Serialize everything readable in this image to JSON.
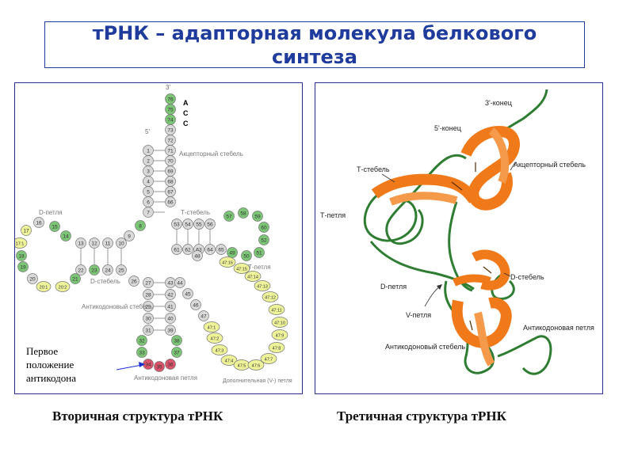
{
  "title": "тРНК – адапторная молекула белкового синтеза",
  "left_figure": {
    "caption": "Вторичная структура тРНК",
    "labels": {
      "three_prime": "3'",
      "five_prime": "5'",
      "cca": [
        "A",
        "C",
        "C"
      ],
      "acceptor_stem": "Акцепторный стебель",
      "d_loop": "D-петля",
      "d_stem": "D-стебель",
      "t_stem": "Т-стебель",
      "t_loop": "Т-петля",
      "anticodon_stem": "Антикодоновый стебель",
      "anticodon_loop": "Антикодоновая петля",
      "variable_loop": "Дополнительная (V-) петля",
      "first_anticodon_position": "Первое положение антикодона"
    },
    "acceptor_left": [
      "1",
      "2",
      "3",
      "4",
      "5",
      "6",
      "7"
    ],
    "acceptor_right": [
      "73",
      "72",
      "71",
      "70",
      "69",
      "68",
      "67",
      "66"
    ],
    "cca_numbers": [
      "76",
      "75",
      "74"
    ],
    "d_stem_top": [
      "10",
      "11",
      "12",
      "13"
    ],
    "d_stem_bottom": [
      "25",
      "24",
      "23",
      "22"
    ],
    "d_loop_nt": [
      "14",
      "15",
      "16",
      "17",
      "17:1",
      "18",
      "19",
      "20",
      "20:1",
      "20:2",
      "21"
    ],
    "t_stem_top": [
      "53",
      "54",
      "55",
      "56"
    ],
    "t_stem_bottom": [
      "61",
      "62",
      "63",
      "64",
      "65"
    ],
    "t_loop_nt": [
      "57",
      "58",
      "59",
      "60",
      "52",
      "51",
      "50",
      "49"
    ],
    "anticodon_stem_left": [
      "27",
      "28",
      "29",
      "30",
      "31"
    ],
    "anticodon_stem_right": [
      "43",
      "42",
      "41",
      "40",
      "39"
    ],
    "anticodon_loop_nt": [
      "32",
      "33",
      "34",
      "35",
      "36",
      "37",
      "38"
    ],
    "variable_nt": [
      "44",
      "45",
      "46",
      "47",
      "47:1",
      "47:2",
      "47:3",
      "47:4",
      "47:5",
      "47:6",
      "47:7",
      "47:8",
      "47:9",
      "47:10",
      "47:11",
      "47:12",
      "47:13",
      "47:14",
      "47:15",
      "47:16",
      "48"
    ],
    "connector_nt": [
      "8",
      "9",
      "26"
    ]
  },
  "right_figure": {
    "caption": "Третичная структура тРНК",
    "labels": {
      "three_prime_end": "3'-конец",
      "five_prime_end": "5'-конец",
      "acceptor_stem": "Акцепторный стебель",
      "t_stem": "Т-стебель",
      "t_loop": "Т-петля",
      "d_loop": "D-петля",
      "d_stem": "D-стебель",
      "v_loop": "V-петля",
      "anticodon_stem": "Антикодоновый стебель",
      "anticodon_loop": "Антикодоновая петля"
    }
  },
  "colors": {
    "title": "#1f3b9c",
    "border": "#2a2f8f",
    "nt_grey": "#d9d9d9",
    "nt_green": "#7cc576",
    "nt_yellow": "#eef39a",
    "nt_red": "#d9536b",
    "ribbon": "#f07a1a",
    "backbone": "#2e7d32"
  }
}
